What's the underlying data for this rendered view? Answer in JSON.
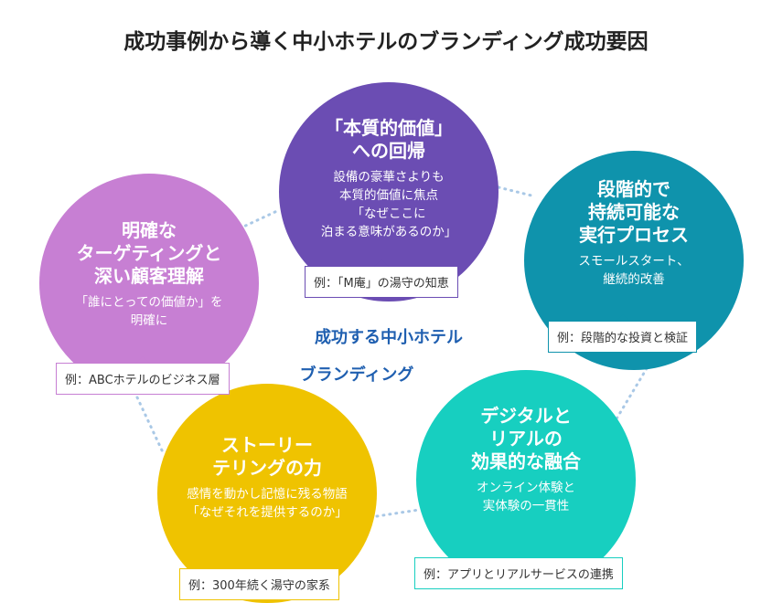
{
  "title": "成功事例から導く中小ホテルのブランディング成功要因",
  "center": {
    "line1": "成功する中小ホテル",
    "line2": "ブランディング"
  },
  "nodes": [
    {
      "heading": [
        "「本質的価値」",
        "への回帰"
      ],
      "body": [
        "設備の豪華さよりも",
        "本質的価値に焦点",
        "「なぜここに",
        "泊まる意味があるのか」"
      ],
      "example": "例：「M庵」の湯守の知恵",
      "color": "#6b4db3"
    },
    {
      "heading": [
        "段階的で",
        "持続可能な",
        "実行プロセス"
      ],
      "body": [
        "スモールスタート、",
        "継続的改善"
      ],
      "example": "例：段階的な投資と検証",
      "color": "#0f93ac"
    },
    {
      "heading": [
        "デジタルと",
        "リアルの",
        "効果的な融合"
      ],
      "body": [
        "オンライン体験と",
        "実体験の一貫性"
      ],
      "example": "例：アプリとリアルサービスの連携",
      "color": "#17cfc0"
    },
    {
      "heading": [
        "ストーリー",
        "テリングの力"
      ],
      "body": [
        "感情を動かし記憶に残る物語",
        "「なぜそれを提供するのか」"
      ],
      "example": "例：300年続く湯守の家系",
      "color": "#efc300"
    },
    {
      "heading": [
        "明確な",
        "ターゲティングと",
        "深い顧客理解"
      ],
      "body": [
        "「誰にとっての価値か」を",
        "明確に"
      ],
      "example": "例：ABCホテルのビジネス層",
      "color": "#c77fd3"
    }
  ]
}
